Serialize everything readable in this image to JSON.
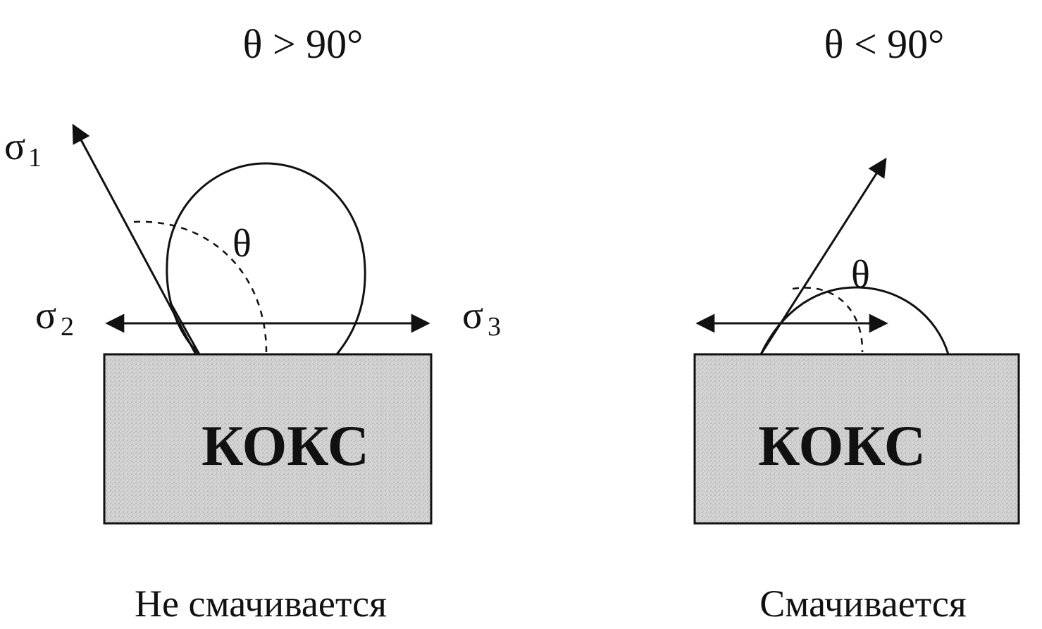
{
  "left_panel": {
    "title": "θ > 90°",
    "block_label": "КОКС",
    "caption": "Не смачивается",
    "theta_label": "θ",
    "sigma1_base": "σ",
    "sigma1_sub": "1",
    "sigma2_base": "σ",
    "sigma2_sub": "2",
    "sigma3_base": "σ",
    "sigma3_sub": "3"
  },
  "right_panel": {
    "title": "θ < 90°",
    "block_label": "КОКС",
    "caption": "Смачивается",
    "theta_label": "θ"
  },
  "colors": {
    "stroke": "#111111",
    "block_fill": "#d2d2d2",
    "background": "#ffffff"
  }
}
